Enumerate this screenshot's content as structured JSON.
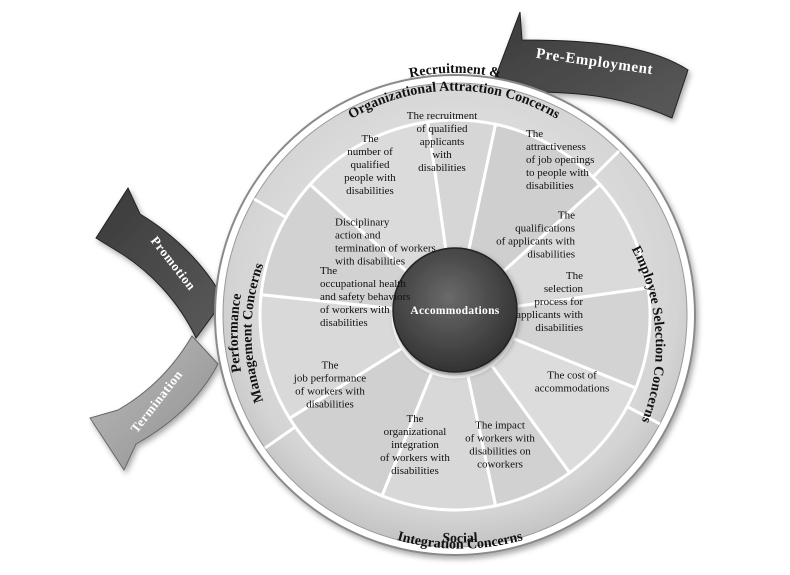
{
  "center": {
    "label": "Accommodations"
  },
  "arrows": {
    "pre_employment": "Pre-Employment",
    "promotion": "Promotion",
    "termination": "Termination"
  },
  "ring_labels": {
    "recruitment": "Recruitment & Organizational Attraction Concerns",
    "selection": "Employee Selection Concerns",
    "social": "Social Integration Concerns",
    "performance": "Performance Management Concerns"
  },
  "segments": [
    {
      "lines": [
        "The recruitment",
        "of qualified",
        "applicants",
        "with",
        "disabilities"
      ]
    },
    {
      "lines": [
        "The",
        "attractiveness",
        "of job openings",
        "to people with",
        "disabilities"
      ]
    },
    {
      "lines": [
        "The",
        "qualifications",
        "of applicants with",
        "disabilities"
      ]
    },
    {
      "lines": [
        "The",
        "selection",
        "process for",
        "applicants with",
        "disabilities"
      ]
    },
    {
      "lines": [
        "The cost of",
        "accommodations"
      ]
    },
    {
      "lines": [
        "The impact",
        "of workers with",
        "disabilities on",
        "coworkers"
      ]
    },
    {
      "lines": [
        "The",
        "organizational",
        "integration",
        "of workers with",
        "disabilities"
      ]
    },
    {
      "lines": [
        "The",
        "job performance",
        "of workers with",
        "disabilities"
      ]
    },
    {
      "lines": [
        "The",
        "occupational health",
        "and safety behaviors",
        "of workers with",
        "disabilities"
      ]
    },
    {
      "lines": [
        "Disciplinary",
        "action and",
        "termination of workers",
        "with disabilities"
      ]
    },
    {
      "lines": [
        "The",
        "number of",
        "qualified",
        "people with",
        "disabilities"
      ]
    }
  ]
}
